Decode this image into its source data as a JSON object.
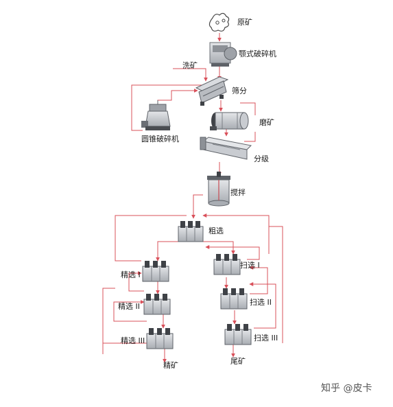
{
  "labels": {
    "raw_ore": "原矿",
    "jaw_crusher": "颚式破碎机",
    "washing": "洗矿",
    "screening": "筛分",
    "cone_crusher": "圆锥破碎机",
    "grinding": "磨矿",
    "classifying": "分级",
    "agitation": "搅拌",
    "rougher": "粗选",
    "cleaner_1": "精选 I",
    "cleaner_2": "精选 II",
    "cleaner_3": "精选 III",
    "scavenger_1": "扫选 I",
    "scavenger_2": "扫选 II",
    "scavenger_3": "扫选 III",
    "concentrate": "精矿",
    "tailings": "尾矿"
  },
  "watermark": "知乎 @皮卡",
  "colors": {
    "flow_line": "#d9505a",
    "machine_body": "#c9ccd1",
    "machine_dark": "#6b6f75"
  }
}
